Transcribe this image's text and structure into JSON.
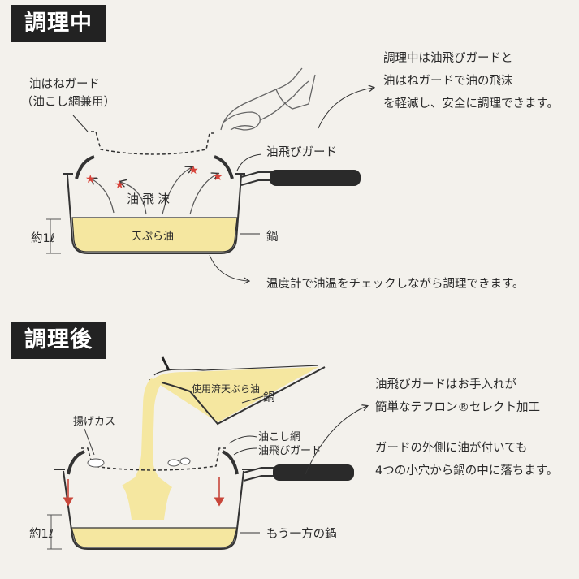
{
  "section1": {
    "badge": "調理中",
    "guard_top_label": "油はねガード",
    "guard_top_sub": "（油こし網兼用）",
    "description": [
      "調理中は油飛びガードと",
      "油はねガードで油の飛沫",
      "を軽減し、安全に調理できます。"
    ],
    "oil_guard_label": "油飛びガード",
    "splash_label": "油飛沫",
    "oil_label": "天ぷら油",
    "depth_label": "約1ℓ",
    "pot_label": "鍋",
    "thermo_note": "温度計で油温をチェックしながら調理できます。"
  },
  "section2": {
    "badge": "調理後",
    "used_oil_label": "使用済天ぷら油",
    "pot_label": "鍋",
    "crumbs_label": "揚げカス",
    "strainer_label": "油こし網",
    "oil_guard_label": "油飛びガード",
    "depth_label": "約1ℓ",
    "other_pot_label": "もう一方の鍋",
    "description1": [
      "油飛びガードはお手入れが",
      "簡単なテフロン®セレクト加工"
    ],
    "description2": [
      "ガードの外側に油が付いても",
      "4つの小穴から鍋の中に落ちます。"
    ]
  },
  "colors": {
    "oil": "#f5e7a0",
    "badge": "#222222",
    "arrow_red": "#c8463a",
    "star": "#d8433a"
  }
}
